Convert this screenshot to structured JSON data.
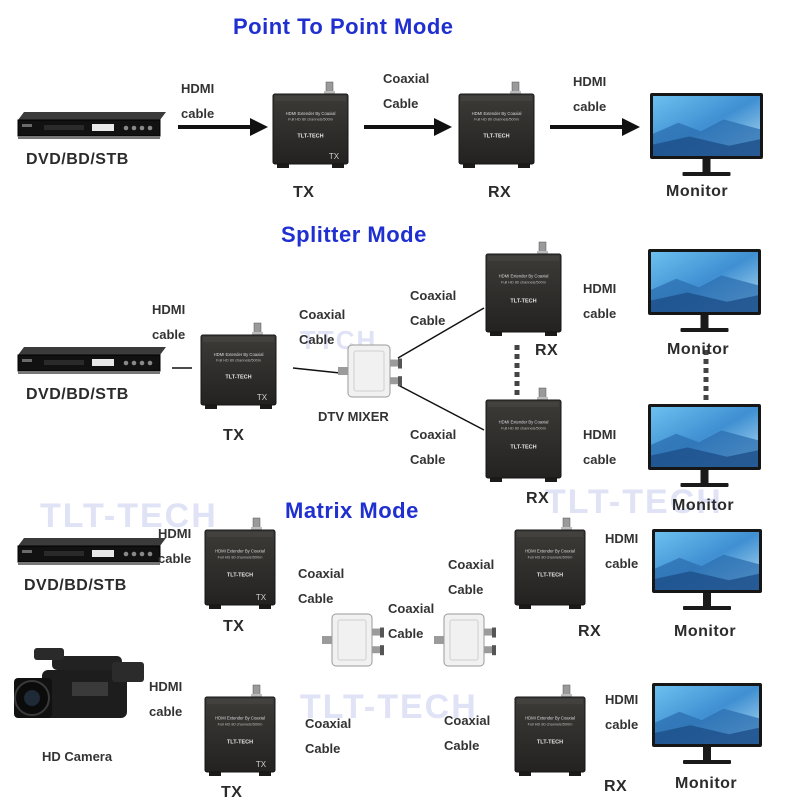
{
  "titles": {
    "p2p": "Point To Point Mode",
    "splitter": "Splitter Mode",
    "matrix": "Matrix Mode"
  },
  "labels": {
    "hdmi": "HDMI",
    "coaxial": "Coaxial",
    "cable": "cable",
    "cable_cap": "Cable",
    "source": "DVD/BD/STB",
    "camera": "HD Camera",
    "tx": "TX",
    "rx": "RX",
    "monitor": "Monitor",
    "mixer": "DTV MIXER"
  },
  "device": {
    "line1": "HDMI Extender By Coaxial",
    "line2": "Full HD 80 channels/500m",
    "brand": "TLT-TECH",
    "tx_mark": "TX"
  },
  "watermarks": {
    "mark": "TLT-TECH",
    "fragment1": "TTCH",
    "fragment2": "TLT-TECH"
  },
  "colors": {
    "title": "#1f2fd0",
    "box": "#2f2d2a",
    "screen": "#4aa0d8",
    "watermark": "#c7cbee"
  }
}
